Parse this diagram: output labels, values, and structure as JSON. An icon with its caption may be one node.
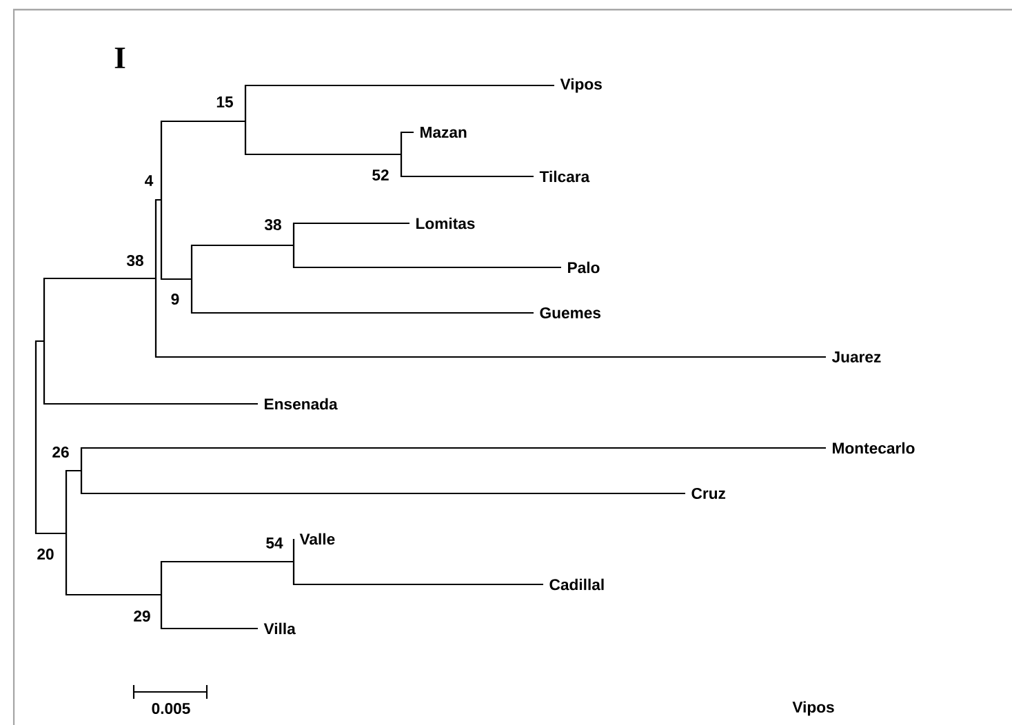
{
  "diagram": {
    "title": "I",
    "nodes": [
      {
        "text": [],
        "shape": "point"
      },
      {
        "text": [],
        "shape": "point"
      },
      {
        "text": [
          "38"
        ]
      },
      {
        "text": [
          "4"
        ]
      },
      {
        "text": [
          "15"
        ]
      },
      {
        "text": [
          "Vipos"
        ]
      },
      {
        "text": [
          "52"
        ]
      },
      {
        "text": [
          "Mazan"
        ]
      },
      {
        "text": [
          "Tilcara"
        ]
      },
      {
        "text": [
          "9"
        ]
      },
      {
        "text": [
          "38"
        ]
      },
      {
        "text": [
          "Lomitas"
        ]
      },
      {
        "text": [
          "Palo"
        ]
      },
      {
        "text": [
          "Guemes"
        ]
      },
      {
        "text": [
          "Juarez"
        ]
      },
      {
        "text": [
          "Ensenada"
        ]
      },
      {
        "text": [
          "20"
        ]
      },
      {
        "text": [
          "26"
        ]
      },
      {
        "text": [
          "Montecarlo"
        ]
      },
      {
        "text": [
          "Cruz"
        ]
      },
      {
        "text": [
          "29"
        ]
      },
      {
        "text": [
          "54"
        ]
      },
      {
        "text": [
          "Valle"
        ]
      },
      {
        "text": [
          "Cadillal"
        ]
      },
      {
        "text": [
          "Villa"
        ]
      }
    ],
    "edges": [
      {
        "from": 0,
        "to": 1,
        "arrow": "none"
      },
      {
        "from": 0,
        "to": 16,
        "arrow": "none"
      },
      {
        "from": 1,
        "to": 2,
        "arrow": "none"
      },
      {
        "from": 1,
        "to": 15,
        "arrow": "none"
      },
      {
        "from": 2,
        "to": 3,
        "arrow": "none"
      },
      {
        "from": 2,
        "to": 14,
        "arrow": "none"
      },
      {
        "from": 3,
        "to": 4,
        "arrow": "none"
      },
      {
        "from": 3,
        "to": 9,
        "arrow": "none"
      },
      {
        "from": 4,
        "to": 5,
        "arrow": "none"
      },
      {
        "from": 4,
        "to": 6,
        "arrow": "none"
      },
      {
        "from": 6,
        "to": 7,
        "arrow": "none"
      },
      {
        "from": 6,
        "to": 8,
        "arrow": "none"
      },
      {
        "from": 9,
        "to": 10,
        "arrow": "none"
      },
      {
        "from": 9,
        "to": 13,
        "arrow": "none"
      },
      {
        "from": 10,
        "to": 11,
        "arrow": "none"
      },
      {
        "from": 10,
        "to": 12,
        "arrow": "none"
      },
      {
        "from": 16,
        "to": 17,
        "arrow": "none"
      },
      {
        "from": 16,
        "to": 20,
        "arrow": "none"
      },
      {
        "from": 17,
        "to": 18,
        "arrow": "none"
      },
      {
        "from": 17,
        "to": 19,
        "arrow": "none"
      },
      {
        "from": 20,
        "to": 21,
        "arrow": "none"
      },
      {
        "from": 20,
        "to": 24,
        "arrow": "none"
      },
      {
        "from": 21,
        "to": 22,
        "arrow": "none"
      },
      {
        "from": 21,
        "to": 23,
        "arrow": "none"
      }
    ],
    "labels": [
      "0.005",
      "Vipos"
    ]
  }
}
